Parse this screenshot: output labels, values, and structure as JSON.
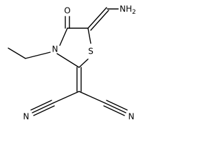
{
  "molecule": {
    "atom_labels": {
      "oxygen": "O",
      "sulfur": "S",
      "ring_nitrogen": "N",
      "amine": "NH",
      "amine_subscript": "2",
      "nitrile_left": "N",
      "nitrile_right": "N"
    },
    "bond_color": "#000000"
  }
}
